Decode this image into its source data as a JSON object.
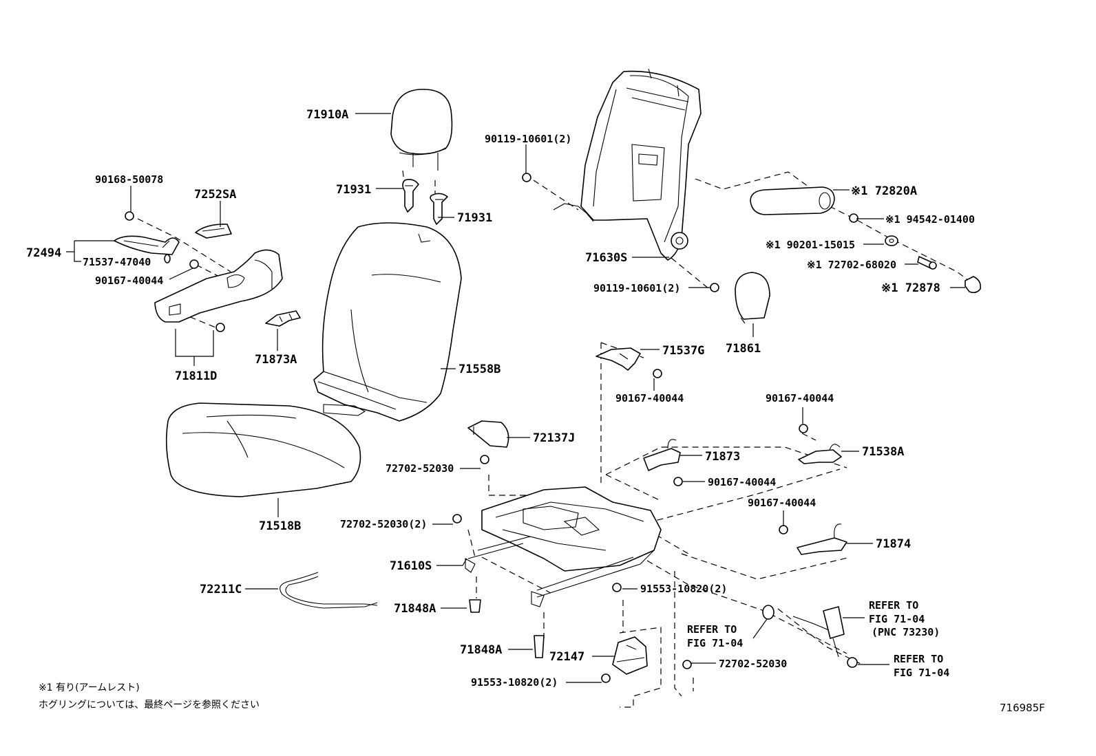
{
  "diagram": {
    "figure_id": "716985F",
    "notes": {
      "line1": "※1 有り(アームレスト)",
      "line2": "ホグリングについては、最終ページを参照ください"
    },
    "labels": {
      "p71910A": "71910A",
      "p71931a": "71931",
      "p71931b": "71931",
      "p90168_50078": "90168-50078",
      "p7252SA": "7252SA",
      "p72494": "72494",
      "p71537_47040": "71537-47040",
      "p90167_40044_a": "90167-40044",
      "p71811D": "71811D",
      "p71873A": "71873A",
      "p71558B": "71558B",
      "p71518B": "71518B",
      "p72211C": "72211C",
      "p90119_10601_a": "90119-10601(2)",
      "p90119_10601_b": "90119-10601(2)",
      "p71630S": "71630S",
      "p72820A": "※1 72820A",
      "p94542_01400": "※1 94542-01400",
      "p90201_15015": "※1 90201-15015",
      "p72702_68020": "※1 72702-68020",
      "p72878": "※1 72878",
      "p71861": "71861",
      "p71537G": "71537G",
      "p90167_40044_b": "90167-40044",
      "p90167_40044_c": "90167-40044",
      "p71538A": "71538A",
      "p72137J": "72137J",
      "p72702_52030_a": "72702-52030",
      "p71873": "71873",
      "p90167_40044_d": "90167-40044",
      "p90167_40044_e": "90167-40044",
      "p72702_52030_b": "72702-52030(2)",
      "p71874": "71874",
      "p71610S": "71610S",
      "p91553_10820_a": "91553-10820(2)",
      "p71848A_a": "71848A",
      "p71848A_b": "71848A",
      "p72147": "72147",
      "p91553_10820_b": "91553-10820(2)",
      "p72702_52030_c": "72702-52030",
      "ref_a_1": "REFER TO",
      "ref_a_2": "FIG 71-04",
      "ref_b_1": "REFER TO",
      "ref_b_2": "FIG 71-04",
      "ref_b_3": "(PNC 73230)",
      "ref_c_1": "REFER TO",
      "ref_c_2": "FIG 71-04"
    }
  }
}
